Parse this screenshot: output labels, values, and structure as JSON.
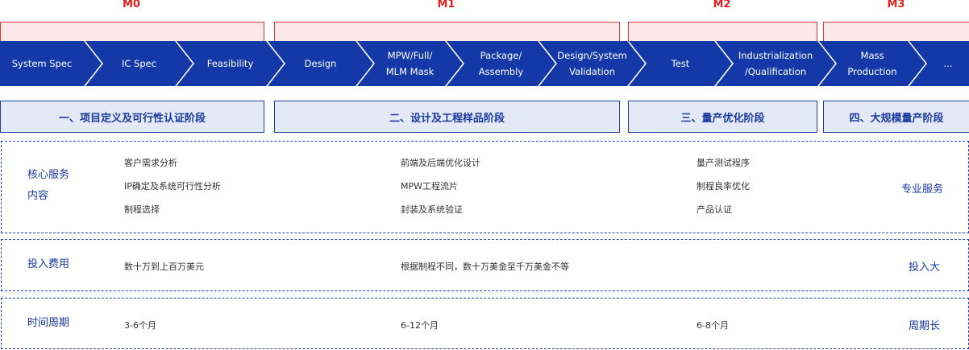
{
  "milestones": [
    "M0",
    "M1",
    "M2",
    "M3"
  ],
  "steps": [
    "System Spec",
    "IC Spec",
    "Feasibility",
    "Design",
    "MPW/Full/\nMLM Mask",
    "Package/\nAssembly",
    "Design/System\nValidation",
    "Test",
    "Industrialization\n/Qualification",
    "Mass\nProduction",
    "..."
  ],
  "phases": [
    "一、项目定义及可行性认证阶段",
    "二、设计及工程样品阶段",
    "三、量产优化阶段",
    "四、大规模量产阶段"
  ],
  "rows": {
    "services": {
      "label": "核心服务\n内容",
      "col1": [
        "客户需求分析",
        "IP确定及系统可行性分析",
        "制程选择"
      ],
      "col2": [
        "前端及后端优化设计",
        "MPW工程流片",
        "封装及系统验证"
      ],
      "col3": [
        "量产测试程序",
        "制程良率优化",
        "产品认证"
      ],
      "tail": "专业服务"
    },
    "cost": {
      "label": "投入费用",
      "col1": "数十万到上百万美元",
      "col2": "根据制程不同，数十万美金至千万美金不等",
      "tail": "投入大"
    },
    "time": {
      "label": "时间周期",
      "col1": "3-6个月",
      "col2": "6-12个月",
      "col3": "6-8个月",
      "tail": "周期长"
    }
  },
  "colors": {
    "chevron_blue": "#1438a8",
    "milestone_red": "#e0201f",
    "milestone_fill": "#fde9ea",
    "phase_fill": "#e4e9f6",
    "accent_text": "#1a3aa0"
  }
}
